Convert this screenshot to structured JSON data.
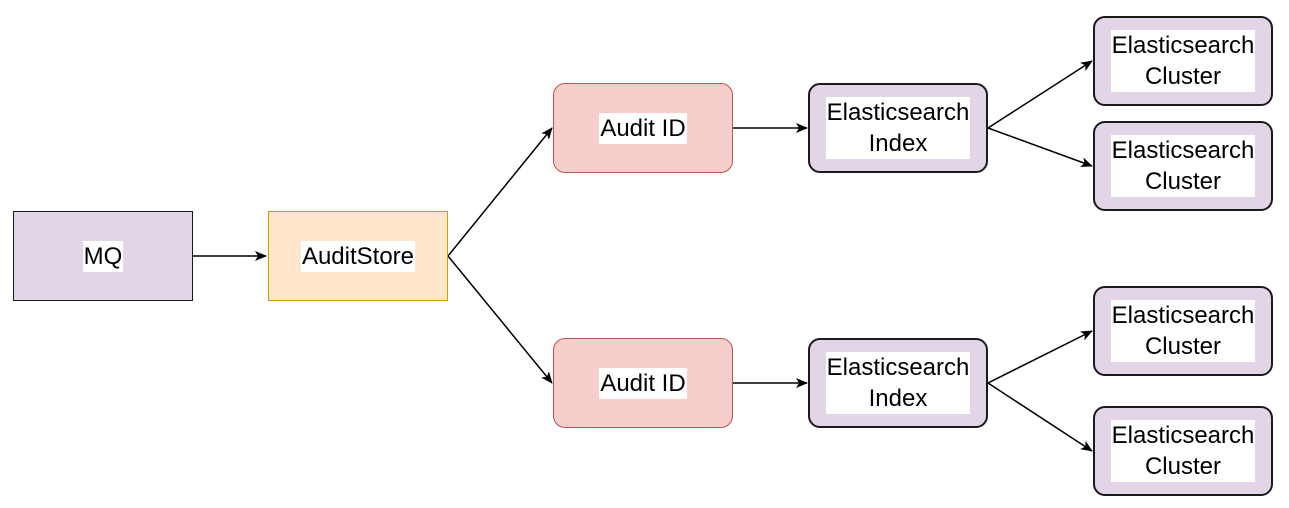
{
  "colors": {
    "purple_fill": "#e1d5e7",
    "dark_stroke": "#1a1a1a",
    "orange_fill": "#ffe6cc",
    "orange_stroke": "#d79b00",
    "red_fill": "#f8cecc",
    "red_stroke": "#b85450",
    "edge": "#000000"
  },
  "nodes": {
    "mq": "MQ",
    "auditstore": "AuditStore",
    "audit_id_top": "Audit ID",
    "audit_id_bottom": "Audit ID",
    "es_index_top": [
      "Elasticsearch",
      "Index"
    ],
    "es_index_bottom": [
      "Elasticsearch",
      "Index"
    ],
    "es_cluster_1": [
      "Elasticsearch",
      "Cluster"
    ],
    "es_cluster_2": [
      "Elasticsearch",
      "Cluster"
    ],
    "es_cluster_3": [
      "Elasticsearch",
      "Cluster"
    ],
    "es_cluster_4": [
      "Elasticsearch",
      "Cluster"
    ]
  }
}
